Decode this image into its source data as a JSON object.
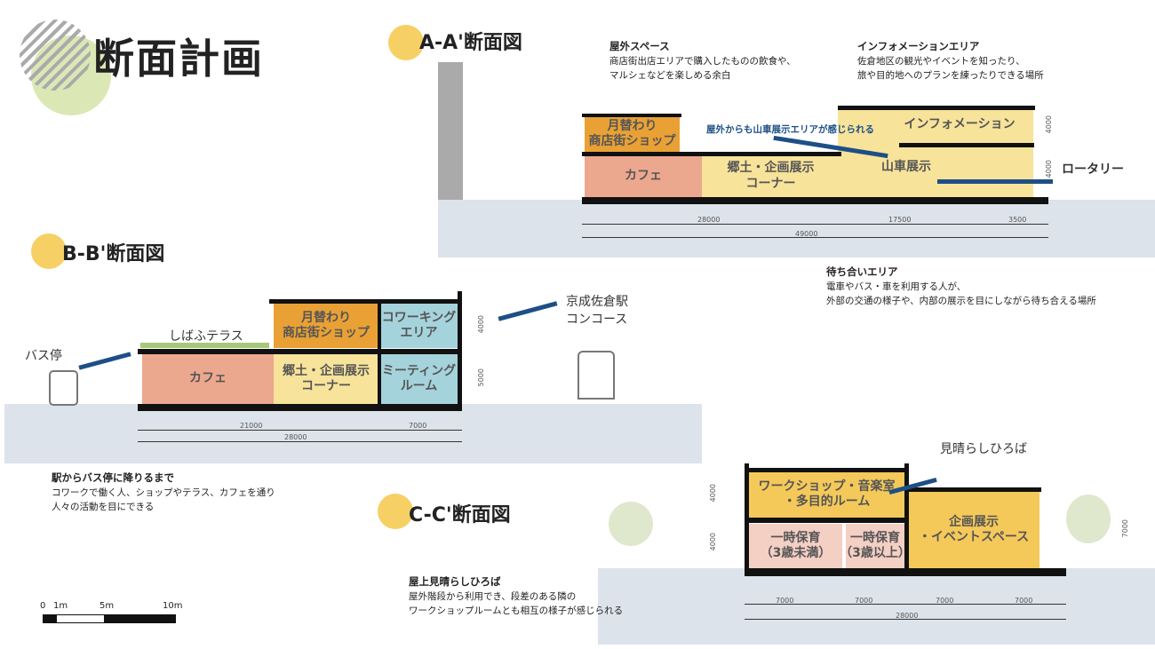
{
  "title": "断面計画",
  "sections": {
    "aa": {
      "heading": "A-A'断面図",
      "rooms": {
        "shop": "月替わり\n商店街ショップ",
        "cafe": "カフェ",
        "local": "郷土・企画展示\nコーナー",
        "float": "山車展示",
        "info": "インフォメーション"
      },
      "arrow_text": "屋外からも山車展示エリアが感じられる",
      "rotary": "ロータリー",
      "dims": [
        "28000",
        "17500",
        "3500"
      ],
      "total": "49000",
      "heights": [
        "4000",
        "4000"
      ]
    },
    "bb": {
      "heading": "B-B'断面図",
      "rooms": {
        "terrace": "しばふテラス",
        "shop": "月替わり\n商店街ショップ",
        "cowork": "コワーキング\nエリア",
        "cafe": "カフェ",
        "local": "郷土・企画展示\nコーナー",
        "meeting": "ミーティング\nルーム"
      },
      "bus": "バス停",
      "station": "京成佐倉駅\nコンコース",
      "dims": [
        "21000",
        "7000"
      ],
      "total": "28000",
      "heights": [
        "4000",
        "5000"
      ]
    },
    "cc": {
      "heading": "C-C'断面図",
      "rooms": {
        "workshop": "ワークショップ・音楽室\n・多目的ルーム",
        "care1": "一時保育\n（3歳未満）",
        "care2": "一時保育\n（3歳以上）",
        "event": "企画展示\n・イベントスペース"
      },
      "plaza": "見晴らしひろば",
      "dims": [
        "7000",
        "7000",
        "7000",
        "7000"
      ],
      "total": "28000",
      "heights": [
        "4000",
        "4000",
        "7000"
      ]
    }
  },
  "notes": {
    "outdoor": {
      "title": "屋外スペース",
      "lines": [
        "商店街出店エリアで購入したものの飲食や、",
        "マルシェなどを楽しめる余白"
      ]
    },
    "info": {
      "title": "インフォメーションエリア",
      "lines": [
        "佐倉地区の観光やイベントを知ったり、",
        "旅や目的地へのプランを練ったりできる場所"
      ]
    },
    "waiting": {
      "title": "待ち合いエリア",
      "lines": [
        "電車やバス・車を利用する人が、",
        "外部の交通の様子や、内部の展示を目にしながら待ち合える場所"
      ]
    },
    "route": {
      "title": "駅からバス停に降りるまで",
      "lines": [
        "コワークで働く人、ショップやテラス、カフェを通り",
        "人々の活動を目にできる"
      ]
    },
    "roof": {
      "title": "屋上見晴らしひろば",
      "lines": [
        "屋外階段から利用でき、段差のある隣の",
        "ワークショップルームとも相互の様子が感じられる"
      ]
    }
  },
  "scale": {
    "labels": [
      "0",
      "1m",
      "5m",
      "10m"
    ]
  },
  "colors": {
    "shop": "#e9a135",
    "exhibit": "#f7e39a",
    "cafe": "#eca88e",
    "meeting": "#a5d3dc",
    "arrow": "#1d4f86",
    "ground": "#dde3ea"
  }
}
